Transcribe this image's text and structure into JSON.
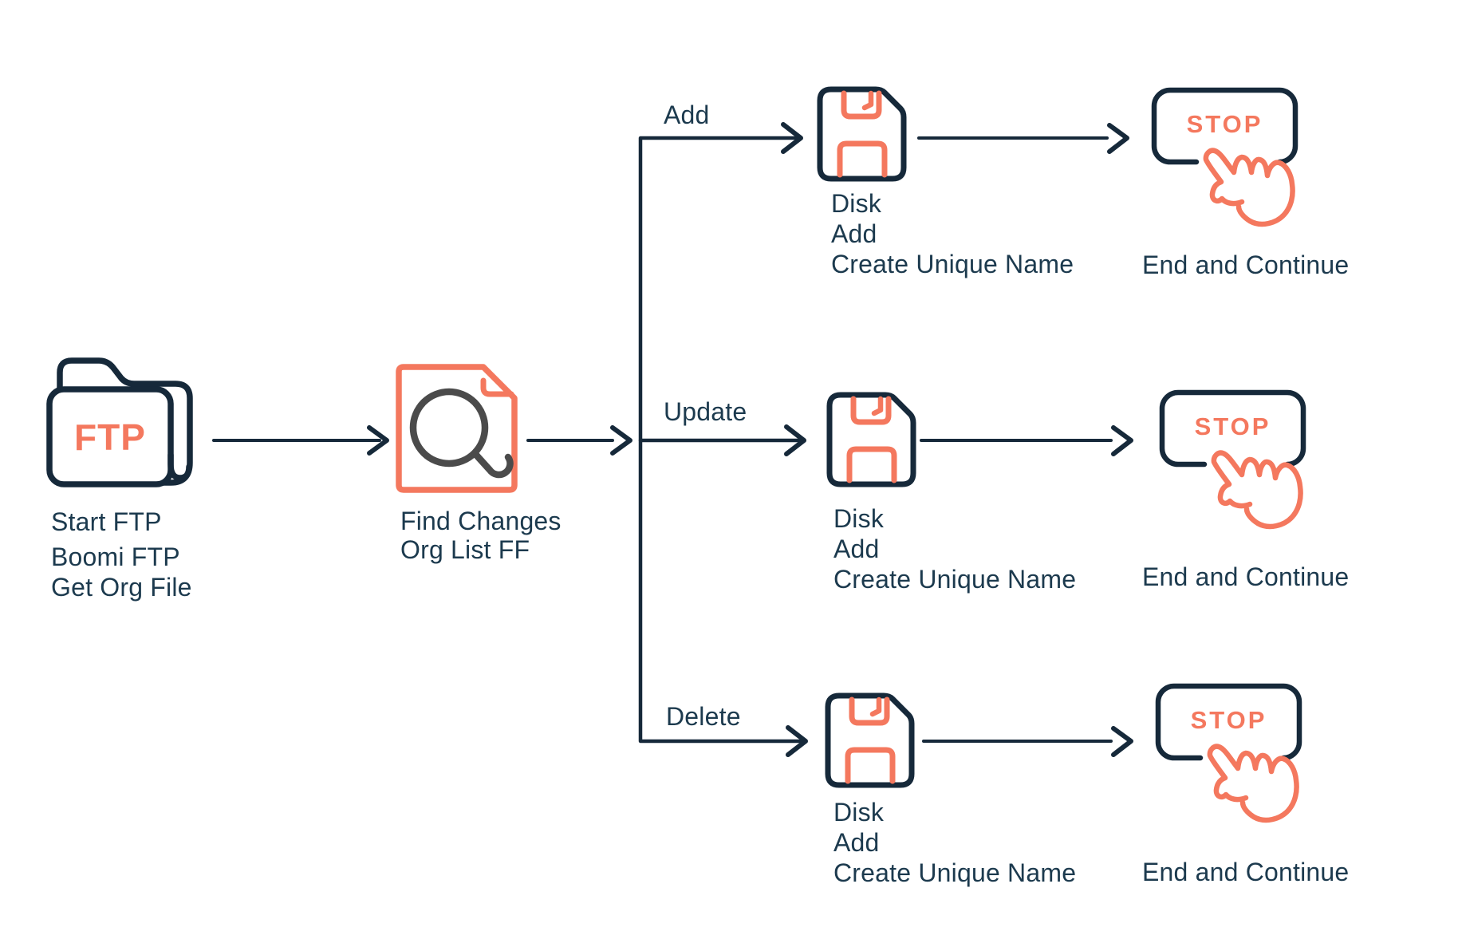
{
  "colors": {
    "navy_stroke": "#16293a",
    "text_navy": "#1c3a4e",
    "coral": "#f4785e",
    "magnifier_gray": "#4b4b4b",
    "background": "#ffffff"
  },
  "start_node": {
    "icon": "ftp-folder-icon",
    "icon_text": "FTP",
    "lines": [
      "Start FTP",
      "Boomi FTP",
      "Get Org File"
    ]
  },
  "find_node": {
    "icon": "document-search-icon",
    "lines": [
      "Find Changes",
      "Org List FF"
    ]
  },
  "branches": [
    {
      "label": "Add",
      "disk": {
        "icon": "floppy-disk-icon",
        "lines": [
          "Disk",
          "Add",
          "Create Unique Name"
        ]
      },
      "end": {
        "icon": "stop-button-icon",
        "button_text": "STOP",
        "label": "End and Continue"
      }
    },
    {
      "label": "Update",
      "disk": {
        "icon": "floppy-disk-icon",
        "lines": [
          "Disk",
          "Add",
          "Create Unique Name"
        ]
      },
      "end": {
        "icon": "stop-button-icon",
        "button_text": "STOP",
        "label": "End and Continue"
      }
    },
    {
      "label": "Delete",
      "disk": {
        "icon": "floppy-disk-icon",
        "lines": [
          "Disk",
          "Add",
          "Create Unique Name"
        ]
      },
      "end": {
        "icon": "stop-button-icon",
        "button_text": "STOP",
        "label": "End and Continue"
      }
    }
  ]
}
